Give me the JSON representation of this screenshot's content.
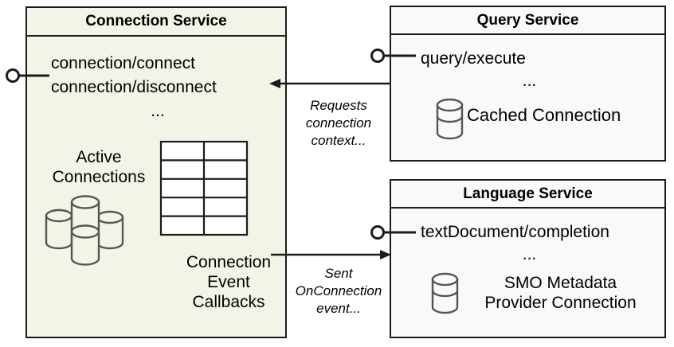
{
  "diagram": {
    "title_hidden": "",
    "colors": {
      "connection_service_fill": "#f2f4e8",
      "other_service_fill": "#f8f9fb",
      "border": "#1b1b1b",
      "cylinder_stroke": "#555555",
      "text": "#000000"
    },
    "components": [
      {
        "id": "connection-service",
        "title": "Connection Service",
        "operations": [
          "connection/connect",
          "connection/disconnect",
          "..."
        ],
        "artifacts": [
          {
            "label_lines": [
              "Active",
              "Connections"
            ],
            "icon": "database-cluster-icon"
          },
          {
            "label_lines": [
              "Connection",
              "Event",
              "Callbacks"
            ],
            "icon": "table-grid-icon"
          }
        ],
        "grid": {
          "rows": 5,
          "cols": 2
        },
        "provided_interface": "lollipop-icon"
      },
      {
        "id": "query-service",
        "title": "Query Service",
        "operations": [
          "query/execute",
          "..."
        ],
        "artifacts": [
          {
            "label_lines": [
              "Cached Connection"
            ],
            "icon": "database-icon"
          }
        ],
        "provided_interface": "lollipop-icon"
      },
      {
        "id": "language-service",
        "title": "Language Service",
        "operations": [
          "textDocument/completion",
          "..."
        ],
        "artifacts": [
          {
            "label_lines": [
              "SMO Metadata",
              "Provider Connection"
            ],
            "icon": "database-icon"
          }
        ],
        "provided_interface": "lollipop-icon"
      }
    ],
    "edges": [
      {
        "id": "edge-query-to-connection",
        "from": "query-service",
        "to": "connection-service",
        "label_lines": [
          "Requests",
          "connection",
          "context..."
        ],
        "arrow": "left"
      },
      {
        "id": "edge-connection-to-language",
        "from": "connection-service",
        "to": "language-service",
        "label_lines": [
          "Sent",
          "OnConnection",
          "event..."
        ],
        "arrow": "right"
      }
    ]
  }
}
